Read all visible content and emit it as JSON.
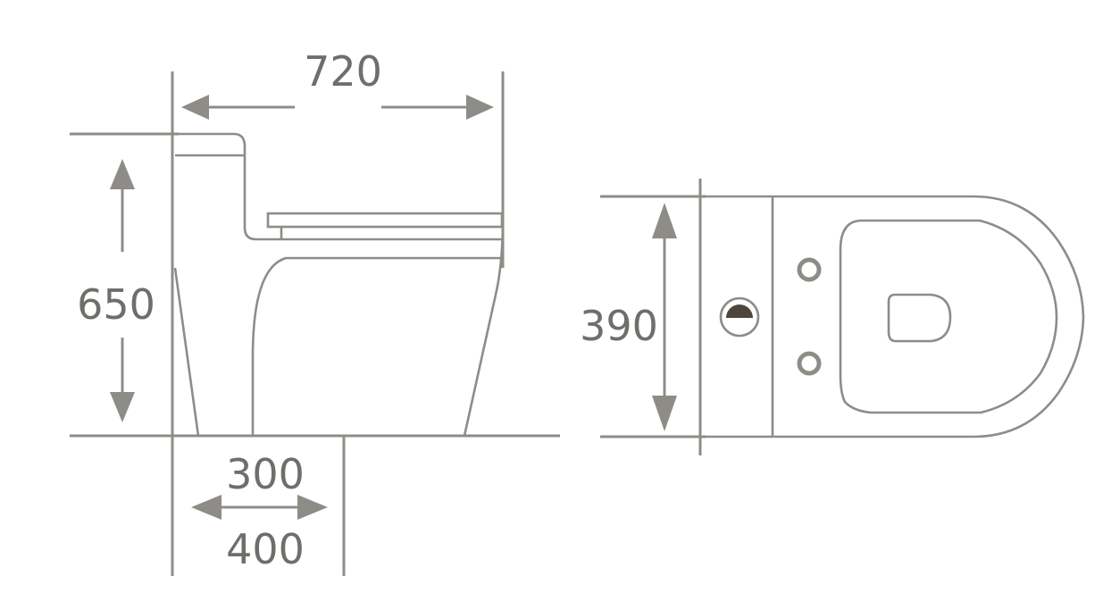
{
  "diagram": {
    "type": "technical-dimension-drawing",
    "subject": "one-piece toilet",
    "colors": {
      "line": "#8d8c87",
      "text": "#6f6e6b",
      "flush_button": "#4e453d",
      "background": "#ffffff"
    },
    "side_view": {
      "dimensions": {
        "width": "720",
        "height": "650",
        "rough_in_inner": "300",
        "rough_in_outer": "400"
      }
    },
    "top_view": {
      "dimensions": {
        "depth": "390"
      },
      "elements": [
        "flush-button",
        "seat-hinge-hole-top",
        "seat-hinge-hole-bottom",
        "bowl-outline",
        "drain-outline"
      ]
    }
  }
}
